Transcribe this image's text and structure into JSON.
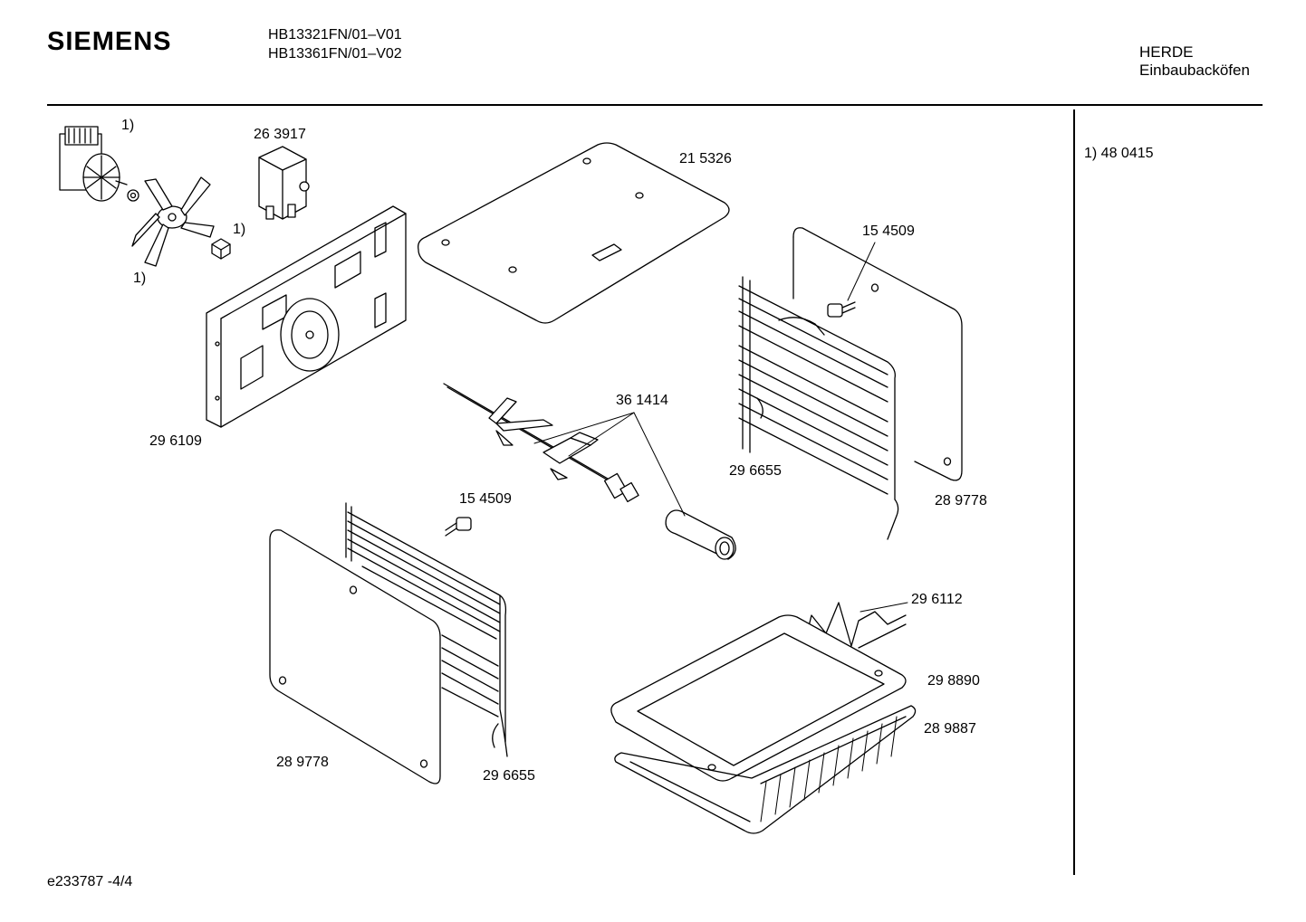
{
  "header": {
    "brand": "SIEMENS",
    "models": [
      "HB13321FN/01–V01",
      "HB13361FN/01–V02"
    ],
    "category": "HERDE",
    "subcategory": "Einbaubacköfen"
  },
  "side_note": {
    "text": "1)  48 0415"
  },
  "footer": {
    "doc_id": "e233787  -4/4"
  },
  "callouts": [
    {
      "id": "c-fn1-motor",
      "text": "1)"
    },
    {
      "id": "c-263917",
      "text": "26 3917"
    },
    {
      "id": "c-215326",
      "text": "21 5326"
    },
    {
      "id": "c-fn1-nut",
      "text": "1)"
    },
    {
      "id": "c-fn1-fan",
      "text": "1)"
    },
    {
      "id": "c-154509-right",
      "text": "15 4509"
    },
    {
      "id": "c-296109",
      "text": "29 6109"
    },
    {
      "id": "c-361414",
      "text": "36 1414"
    },
    {
      "id": "c-296655-right",
      "text": "29 6655"
    },
    {
      "id": "c-289778-right",
      "text": "28 9778"
    },
    {
      "id": "c-154509-left",
      "text": "15 4509"
    },
    {
      "id": "c-296112",
      "text": "29 6112"
    },
    {
      "id": "c-298890",
      "text": "29 8890"
    },
    {
      "id": "c-289887",
      "text": "28 9887"
    },
    {
      "id": "c-289778-left",
      "text": "28 9778"
    },
    {
      "id": "c-296655-left",
      "text": "29 6655"
    }
  ]
}
